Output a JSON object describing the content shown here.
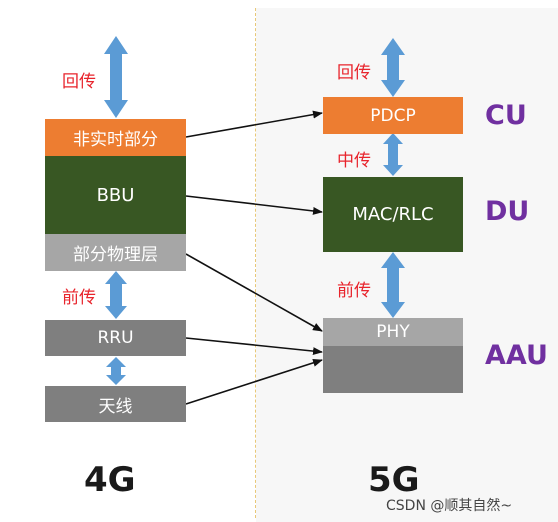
{
  "left": {
    "label_backhaul": "回传",
    "block_nonrealtime": "非实时部分",
    "block_bbu": "BBU",
    "block_partial_phy": "部分物理层",
    "label_fronthaul": "前传",
    "block_rru": "RRU",
    "block_antenna": "天线",
    "generation": "4G"
  },
  "right": {
    "label_backhaul": "回传",
    "block_pdcp": "PDCP",
    "label_midhaul": "中传",
    "block_mac_rlc": "MAC/RLC",
    "label_fronthaul": "前传",
    "block_phy": "PHY",
    "unit_cu": "CU",
    "unit_du": "DU",
    "unit_aau": "AAU",
    "generation": "5G"
  },
  "watermark": "CSDN @顺其自然~",
  "colors": {
    "orange": "#ed7d31",
    "dark_green": "#385723",
    "light_gray": "#a6a6a6",
    "dark_gray": "#7f7f7f",
    "arrow_blue": "#5b9bd5",
    "label_red": "#e8242c",
    "unit_purple": "#7030a0"
  }
}
